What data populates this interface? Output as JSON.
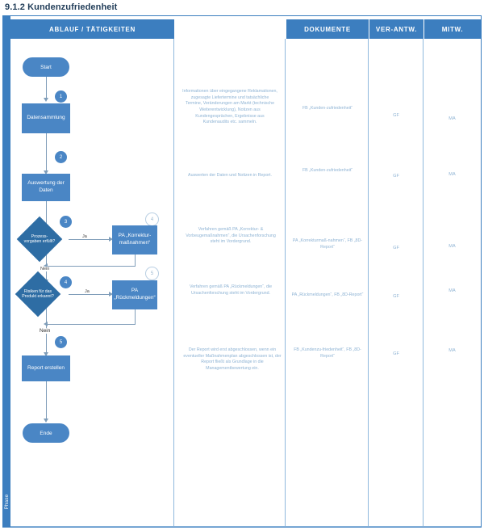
{
  "document": {
    "title": "9.1.2 Kundenzufriedenheit",
    "phase_label": "Phase"
  },
  "colors": {
    "header_blue": "#3c7ebf",
    "shape_blue": "#4a86c5",
    "decision_blue": "#2e6da4",
    "text_blue": "#8eb3d4",
    "connector": "#7f9db9",
    "title_text": "#1f3b57"
  },
  "table": {
    "headers": [
      {
        "key": "ablauf",
        "label": "ABLAUF / TÄTIGKEITEN"
      },
      {
        "key": "beschreibung",
        "label": ""
      },
      {
        "key": "dokumente",
        "label": "DOKUMENTE"
      },
      {
        "key": "verantw",
        "label": "VER-ANTW."
      },
      {
        "key": "mitw",
        "label": "MITW."
      }
    ]
  },
  "flow": {
    "nodes": [
      {
        "id": "start",
        "type": "terminator",
        "label": "Start"
      },
      {
        "id": "datensammlung",
        "type": "process",
        "label": "Datensammlung",
        "badge": "1"
      },
      {
        "id": "auswertung",
        "type": "process",
        "label": "Auswertung der Daten",
        "badge": "2"
      },
      {
        "id": "d1",
        "type": "decision",
        "label": "Prozess-vorgaben erfüllt?",
        "badge": "3"
      },
      {
        "id": "korrektur",
        "type": "process",
        "label": "PA „Korrektur-maßnahmen“",
        "badge": "4"
      },
      {
        "id": "d2",
        "type": "decision",
        "label": "Risiken für das Produkt erkannt?",
        "badge": "4"
      },
      {
        "id": "rueckmeldung",
        "type": "process",
        "label": "PA „Rückmeldungen“",
        "badge": "5"
      },
      {
        "id": "report",
        "type": "process",
        "label": "Report erstellen",
        "badge": "5"
      },
      {
        "id": "ende",
        "type": "terminator",
        "label": "Ende"
      }
    ],
    "edge_labels": {
      "d1_yes": "Nein",
      "d1_no": "Ja",
      "d2_yes": "Ja",
      "d2_no": "Nein"
    }
  },
  "rows": [
    {
      "beschreibung": "Informationen über eingegangene Reklamationen, zugesagte Liefertermine und tatsächliche Termine, Veränderungen am Markt (technische Weiterentwicklung), Notizen aus Kundengesprächen, Ergebnisse aus Kundenaudits etc. sammeln.",
      "dokumente": "FB „Kunden-zufriedenheit“",
      "verantw": "GF",
      "mitw": "MA"
    },
    {
      "beschreibung": "Auswerten der Daten und Notizen in Report.",
      "dokumente": "FB „Kunden-zufriedenheit“",
      "verantw": "GF",
      "mitw": "MA"
    },
    {
      "beschreibung": "Verfahren gemäß PA „Korrektur- & Vorbeugemaßnahmen“, die Ursachenforschung steht im Vordergrund.",
      "dokumente": "PA „Korrekturmaß-nahmen“, FB „8D-Report“",
      "verantw": "GF",
      "mitw": "MA"
    },
    {
      "beschreibung": "Verfahren gemäß PA „Rückmeldungen“, die Ursachenforschung steht im Vordergrund.",
      "dokumente": "PA „Rückmeldungen“, FB „8D-Report“",
      "verantw": "GF",
      "mitw": "MA"
    },
    {
      "beschreibung": "Der Report wird erst abgeschlossen, wenn ein eventueller Maßnahmenplan abgeschlossen ist, der Report fließt als Grundlage in die Managementbewertung ein.",
      "dokumente": "FB „Kundenzu-friedenheit“, FB „8D-Report“",
      "verantw": "GF",
      "mitw": "MA"
    }
  ]
}
